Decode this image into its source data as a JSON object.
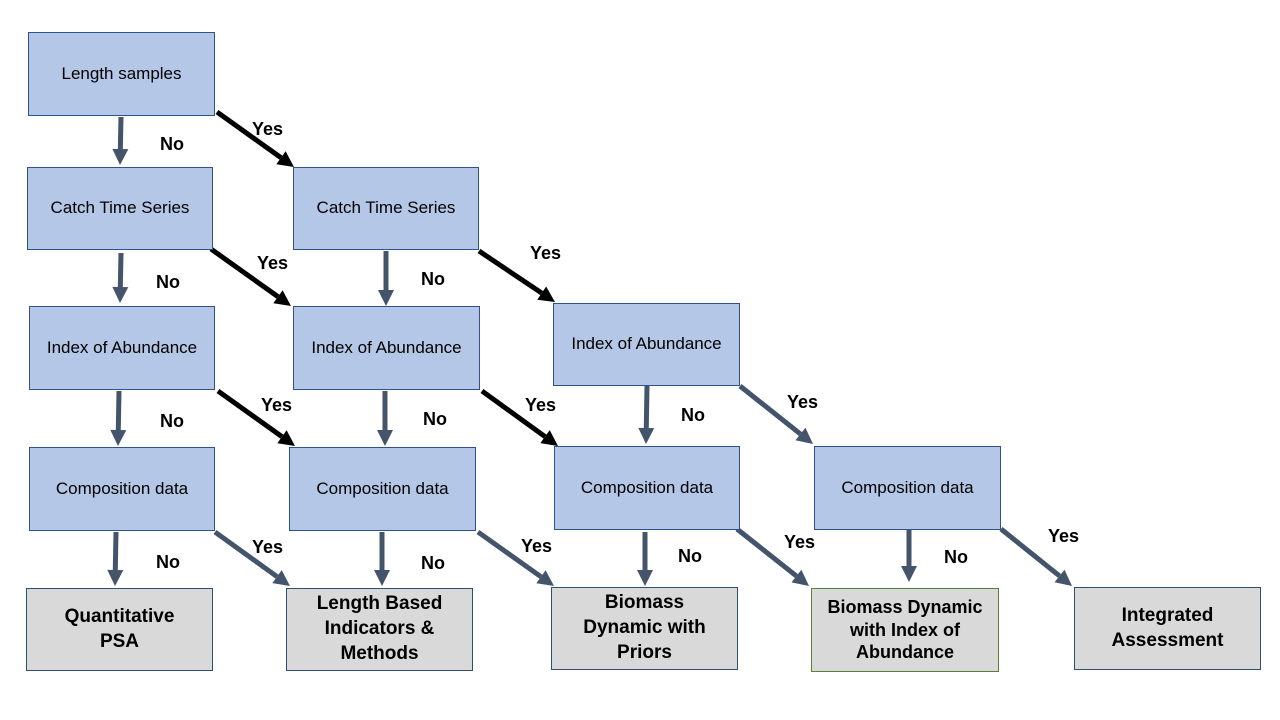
{
  "nodes": {
    "length_samples": "Length samples",
    "catch_1": "Catch Time Series",
    "catch_2": "Catch Time Series",
    "index_1": "Index of Abundance",
    "index_2": "Index of Abundance",
    "index_3": "Index of Abundance",
    "comp_1": "Composition data",
    "comp_2": "Composition data",
    "comp_3": "Composition data",
    "comp_4": "Composition data"
  },
  "outcomes": {
    "quantitative_psa": "Quantitative\nPSA",
    "length_based": "Length Based\nIndicators &\nMethods",
    "biomass_priors": "Biomass\nDynamic with\nPriors",
    "biomass_index": "Biomass Dynamic\nwith Index of\nAbundance",
    "integrated": "Integrated\nAssessment"
  },
  "edge_labels": {
    "yes": "Yes",
    "no": "No"
  },
  "colors": {
    "box_fill": "#b4c7e7",
    "box_border": "#2f528f",
    "outcome_fill": "#d9d9d9",
    "arrow_slate": "#44546a",
    "arrow_black": "#000000"
  }
}
